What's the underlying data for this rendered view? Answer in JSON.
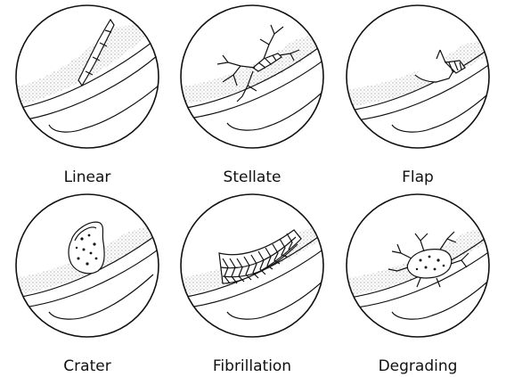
{
  "figure": {
    "panels": [
      {
        "id": "linear",
        "label": "Linear"
      },
      {
        "id": "stellate",
        "label": "Stellate"
      },
      {
        "id": "flap",
        "label": "Flap"
      },
      {
        "id": "crater",
        "label": "Crater"
      },
      {
        "id": "fibrillation",
        "label": "Fibrillation"
      },
      {
        "id": "degrading",
        "label": "Degrading"
      }
    ]
  }
}
